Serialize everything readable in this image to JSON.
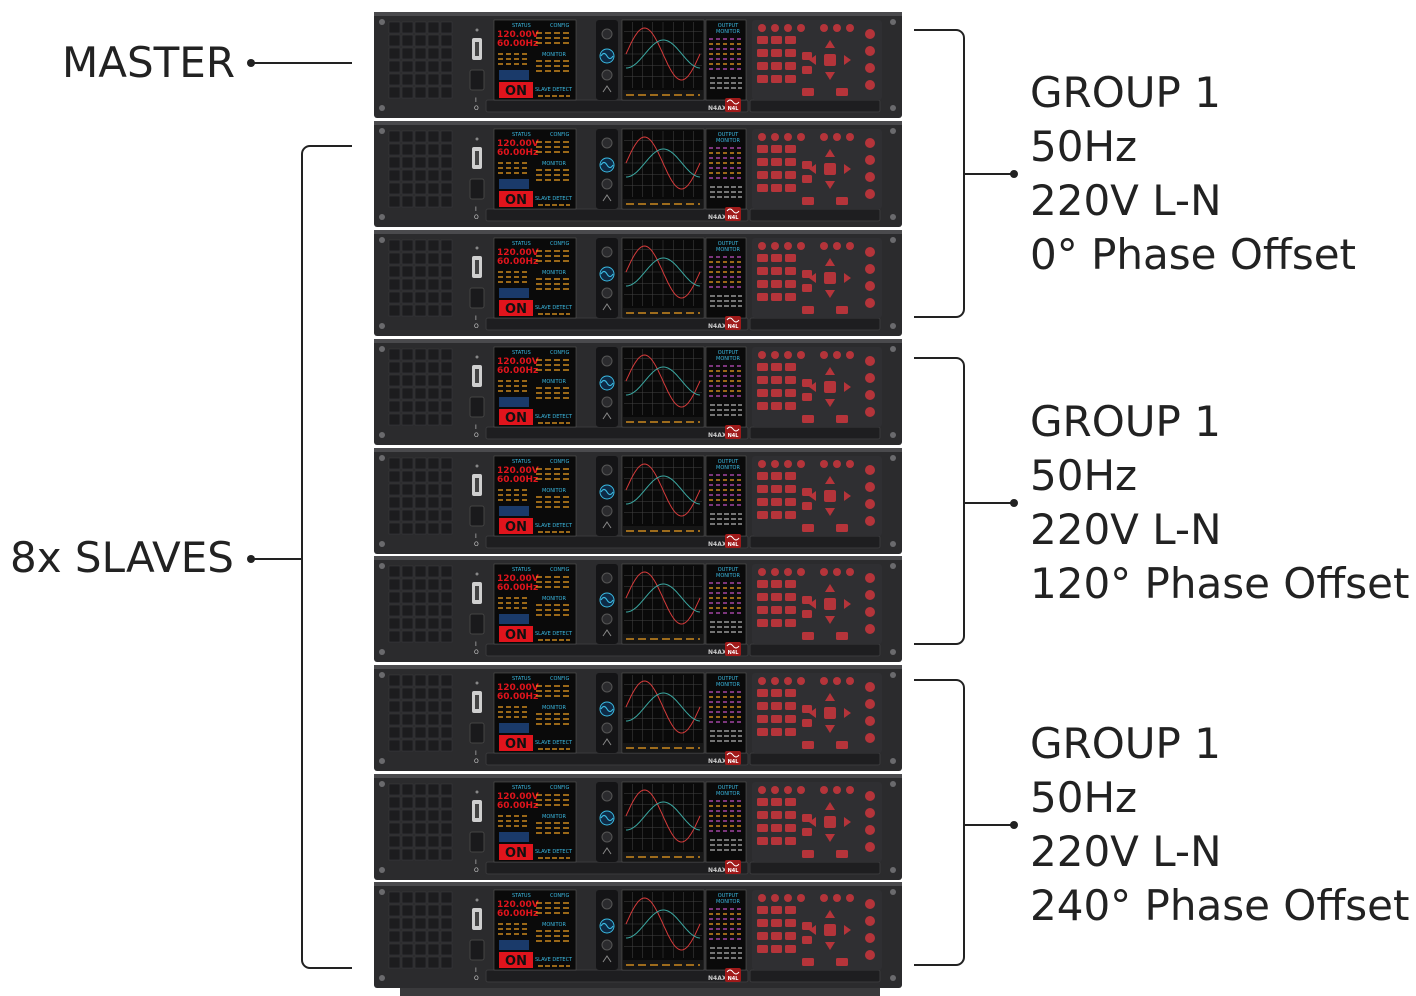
{
  "labels": {
    "master": "MASTER",
    "slaves": "8x SLAVES"
  },
  "groups": [
    {
      "lines": [
        "GROUP 1",
        "50Hz",
        "220V L-N",
        "0° Phase Offset"
      ]
    },
    {
      "lines": [
        "GROUP 1",
        "50Hz",
        "220V L-N",
        "120° Phase Offset"
      ]
    },
    {
      "lines": [
        "GROUP 1",
        "50Hz",
        "220V L-N",
        "240° Phase Offset"
      ]
    }
  ],
  "unit_screen": {
    "status_title": "STATUS",
    "voltage": "120.00V",
    "frequency": "60.00Hz",
    "on_label": "ON",
    "config_title": "CONFIG",
    "monitor_title": "MONITOR",
    "slave_detect": "SLAVE DETECT",
    "output_title": "OUTPUT",
    "output_sub": "MONITOR",
    "brand": "N4AX",
    "logo_text": "N4L"
  },
  "colors": {
    "chassis": "#2b2b2d",
    "on_red": "#e0141c",
    "key_red": "#b5343a",
    "amber": "#f0a020",
    "cyan": "#3ab8e0"
  }
}
